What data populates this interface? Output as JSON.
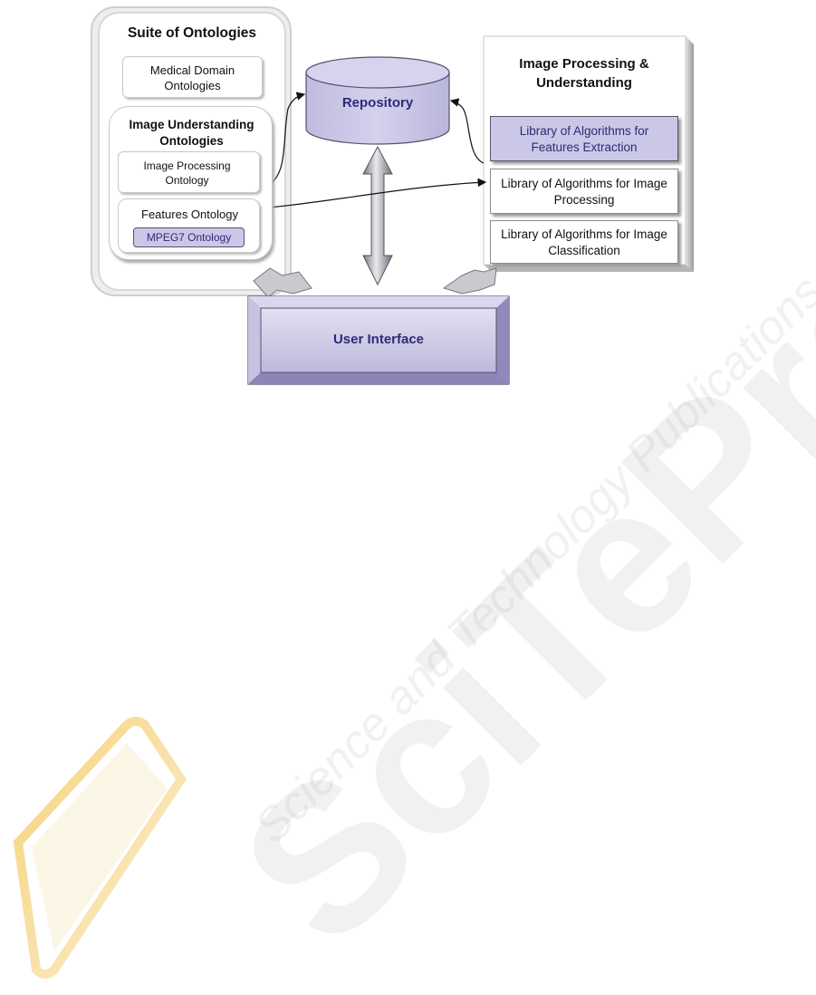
{
  "diagram": {
    "suite": {
      "title": "Suite of Ontologies",
      "medical": "Medical Domain Ontologies",
      "image_understanding": {
        "title": "Image Understanding Ontologies",
        "image_processing": "Image Processing Ontology",
        "features": "Features Ontology",
        "mpeg7": "MPEG7 Ontology"
      }
    },
    "repository": "Repository",
    "ipu": {
      "title": "Image Processing & Understanding",
      "features_extraction": "Library of Algorithms for Features Extraction",
      "image_processing": "Library of Algorithms for Image Processing",
      "image_classification": "Library of Algorithms for Image Classification"
    },
    "user_interface": "User Interface"
  },
  "watermark": {
    "logo_text": "SciTePress",
    "subtitle": "Science and Technology Publications"
  },
  "colors": {
    "accent_fill": "#cbc7e6",
    "accent_text": "#2e2a7a",
    "border_dark": "#55526b"
  }
}
